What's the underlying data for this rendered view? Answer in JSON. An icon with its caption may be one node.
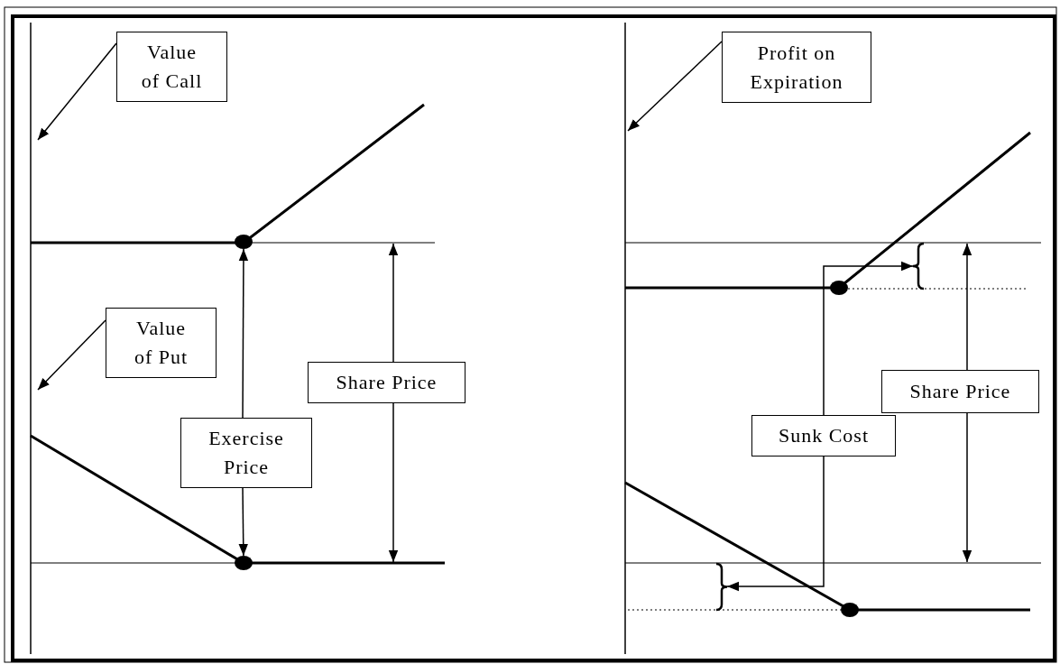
{
  "diagram": {
    "nodes": [
      {
        "text": [
          "Value of Call"
        ]
      },
      {
        "text": [],
        "shape": "circle"
      },
      {
        "text": [
          "Value of Put"
        ]
      },
      {
        "text": [
          "Share Price"
        ]
      },
      {
        "text": [
          "Exercise Price"
        ]
      },
      {
        "text": [],
        "shape": "circle"
      },
      {
        "text": [
          "Profit on Expiration"
        ]
      },
      {
        "text": [],
        "shape": "brace"
      },
      {
        "text": [],
        "shape": "circle"
      },
      {
        "text": [
          "Share Price"
        ]
      },
      {
        "text": [
          "Sunk Cost"
        ]
      },
      {
        "text": [],
        "shape": "brace"
      },
      {
        "text": [],
        "shape": "circle"
      }
    ],
    "edges": [
      {
        "from": 0,
        "to": null,
        "arrow": "to"
      },
      {
        "from": 2,
        "to": null,
        "arrow": "to"
      },
      {
        "from": 3,
        "to": null,
        "arrow": "to"
      },
      {
        "from": 3,
        "to": null,
        "arrow": "to"
      },
      {
        "from": 4,
        "to": 1,
        "arrow": "to"
      },
      {
        "from": 4,
        "to": 5,
        "arrow": "to"
      },
      {
        "from": 6,
        "to": null,
        "arrow": "to"
      },
      {
        "from": 10,
        "to": 7,
        "arrow": "to"
      },
      {
        "from": 10,
        "to": 11,
        "arrow": "to"
      },
      {
        "from": 9,
        "to": null,
        "arrow": "to"
      },
      {
        "from": 9,
        "to": null,
        "arrow": "to"
      }
    ]
  }
}
